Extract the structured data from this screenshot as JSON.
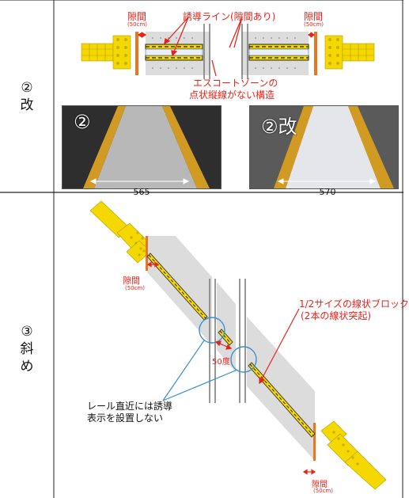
{
  "rows": [
    {
      "id": "row2",
      "label_num": "②",
      "label_text": "改"
    },
    {
      "id": "row3",
      "label_num": "③",
      "label_text": "斜",
      "label_text2": "め"
    }
  ],
  "top_diagram": {
    "gap_label_left": "隙間",
    "gap_size_left": "(50cm)",
    "gap_label_right": "隙間",
    "gap_size_right": "(50cm)",
    "guide_line_label": "誘導ライン(隙間あり)",
    "escort_note_line1": "エスコートゾーンの",
    "escort_note_line2": "点状縦線がない構造"
  },
  "photos": [
    {
      "badge": "②",
      "width_label": "565"
    },
    {
      "badge": "②改",
      "width_label": "570"
    }
  ],
  "bottom_diagram": {
    "gap_label_top": "隙間",
    "gap_size_top": "(50cm)",
    "gap_label_bottom": "隙間",
    "gap_size_bottom": "(50cm)",
    "block_note_line1": "1/2サイズの線状ブロック",
    "block_note_line2": "(2本の線状突起)",
    "angle_label": "50度",
    "rail_note_line1": "レール直近には誘導",
    "rail_note_line2": "表示を設置しない"
  },
  "colors": {
    "accent_red": "#e8221a",
    "tactile_yellow": "#f5d800",
    "curb_orange": "#e87722",
    "grey_band": "#dcdcdc",
    "circle_blue": "#3a8fd0"
  }
}
